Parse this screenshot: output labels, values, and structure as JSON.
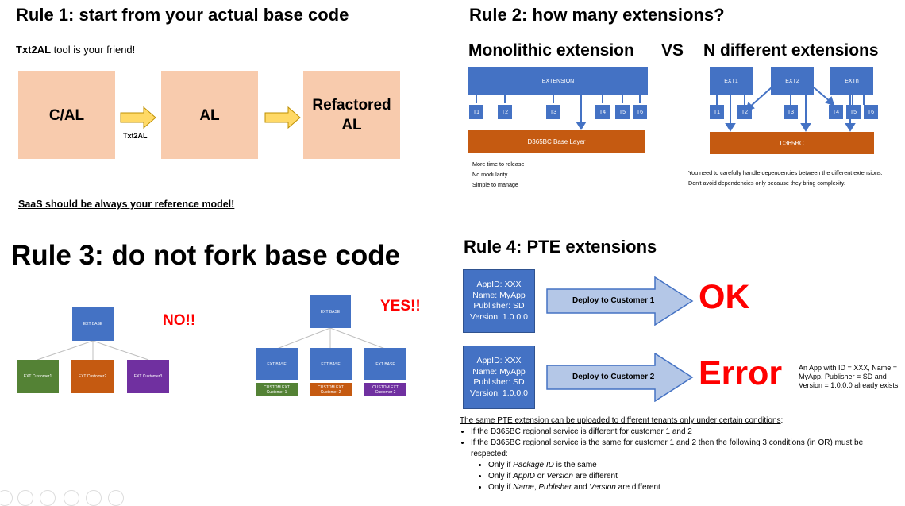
{
  "rule1": {
    "title": "Rule 1: start from your actual base code",
    "tool_bold": "Txt2AL",
    "tool_rest": " tool is your friend!",
    "box_cal": "C/AL",
    "box_al": "AL",
    "box_refactored": "Refactored AL",
    "arrow_label": "Txt2AL",
    "saas": "SaaS should be always your reference model!"
  },
  "rule2": {
    "title": "Rule 2: how many extensions?",
    "mono_title": "Monolithic extension",
    "vs": "VS",
    "n_title": "N different extensions",
    "extension": "EXTENSION",
    "mono_t": [
      "T1",
      "T2",
      "T3",
      "T4",
      "T5",
      "T6"
    ],
    "base_layer": "D365BC Base Layer",
    "mono_notes": [
      "More time to release",
      "No modularity",
      "Simple to manage"
    ],
    "ext1": "EXT1",
    "ext2": "EXT2",
    "extn": "EXTn",
    "n_t": [
      "T1",
      "T2",
      "T3",
      "T4",
      "T5",
      "T6"
    ],
    "d365bc": "D365BC",
    "n_notes": [
      "You need to carefully handle dependencies between the different extensions.",
      "Don't avoid dependencies only because they bring complexity."
    ]
  },
  "rule3": {
    "title": "Rule 3: do not fork base code",
    "no": "NO!!",
    "yes": "YES!!",
    "ext_base": "EXT BASE",
    "no_children": [
      "EXT Customer1",
      "EXT Customer2",
      "EXT Customer3"
    ],
    "yes_children": [
      "CUSTOM EXT Customer 1",
      "CUSTOM EXT Customer 2",
      "CUSTOM EXT Customer 2"
    ]
  },
  "rule4": {
    "title": "Rule 4: PTE extensions",
    "app1": [
      "AppID: XXX",
      "Name: MyApp",
      "Publisher: SD",
      "Version: 1.0.0.0"
    ],
    "app2": [
      "AppID: XXX",
      "Name: MyApp",
      "Publisher: SD",
      "Version: 1.0.0.0"
    ],
    "deploy1": "Deploy to Customer 1",
    "deploy2": "Deploy to Customer 2",
    "ok": "OK",
    "error": "Error",
    "error_msg": "An App with ID = XXX, Name = MyApp, Publisher = SD and Version = 1.0.0.0 already exists",
    "cond_intro": "The same PTE extension can be uploaded to different tenants only under certain conditions",
    "cond_intro_colon": ":",
    "bullet1": "If the D365BC regional service is different for customer 1 and 2",
    "bullet2": "If the D365BC regional service is the same for customer 1 and 2 then the following 3 conditions (in OR) must be respected:",
    "sub1_a": "Only if ",
    "sub1_i": "Package ID",
    "sub1_b": " is the same",
    "sub2_a": "Only if ",
    "sub2_i1": "AppID",
    "sub2_m": " or ",
    "sub2_i2": "Version",
    "sub2_b": " are different",
    "sub3_a": "Only if ",
    "sub3_i1": "Name",
    "sub3_m1": ", ",
    "sub3_i2": "Publisher",
    "sub3_m2": " and ",
    "sub3_i3": "Version",
    "sub3_b": " are different"
  },
  "colors": {
    "peach": "#f8cbad",
    "blue": "#4472c4",
    "orange": "#c55a11",
    "green": "#548235",
    "purple": "#7030a0",
    "red": "#ff0000",
    "arrow_yellow": "#ffd966",
    "arrow_blue": "#b4c7e7"
  }
}
